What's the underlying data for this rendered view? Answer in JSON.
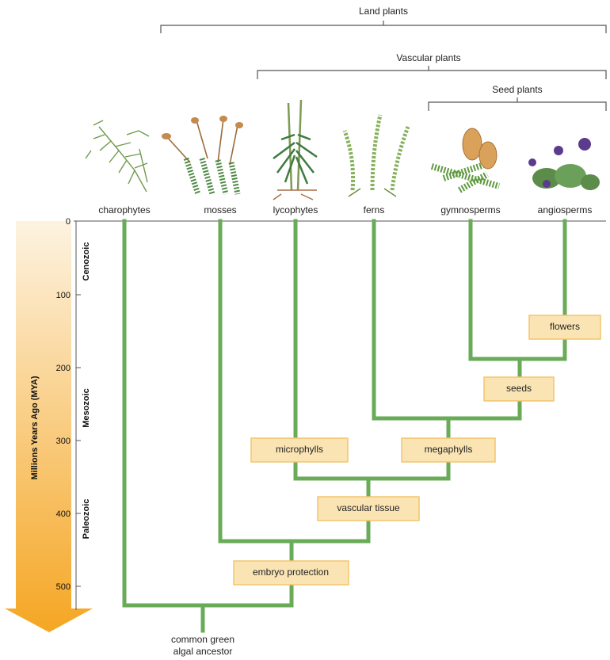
{
  "groups": {
    "land_plants": "Land plants",
    "vascular_plants": "Vascular plants",
    "seed_plants": "Seed plants"
  },
  "taxa": {
    "charophytes": "charophytes",
    "mosses": "mosses",
    "lycophytes": "lycophytes",
    "ferns": "ferns",
    "gymnosperms": "gymnosperms",
    "angiosperms": "angiosperms"
  },
  "axis": {
    "title": "Millions Years Ago (MYA)",
    "ticks": [
      "0",
      "100",
      "200",
      "300",
      "400",
      "500"
    ],
    "eras": {
      "cenozoic": "Cenozoic",
      "mesozoic": "Mesozoic",
      "paleozoic": "Paleozoic"
    }
  },
  "traits": {
    "flowers": "flowers",
    "seeds": "seeds",
    "microphylls": "microphylls",
    "megaphylls": "megaphylls",
    "vascular_tissue": "vascular tissue",
    "embryo_protection": "embryo protection"
  },
  "root": {
    "line1": "common green",
    "line2": "algal ancestor"
  },
  "colors": {
    "branch": "#6aab58",
    "trait_box_fill": "#fbe4b3",
    "trait_box_border": "#f3c56b",
    "time_arrow_top": "#fdf0d8",
    "time_arrow_bottom": "#f5a623"
  }
}
